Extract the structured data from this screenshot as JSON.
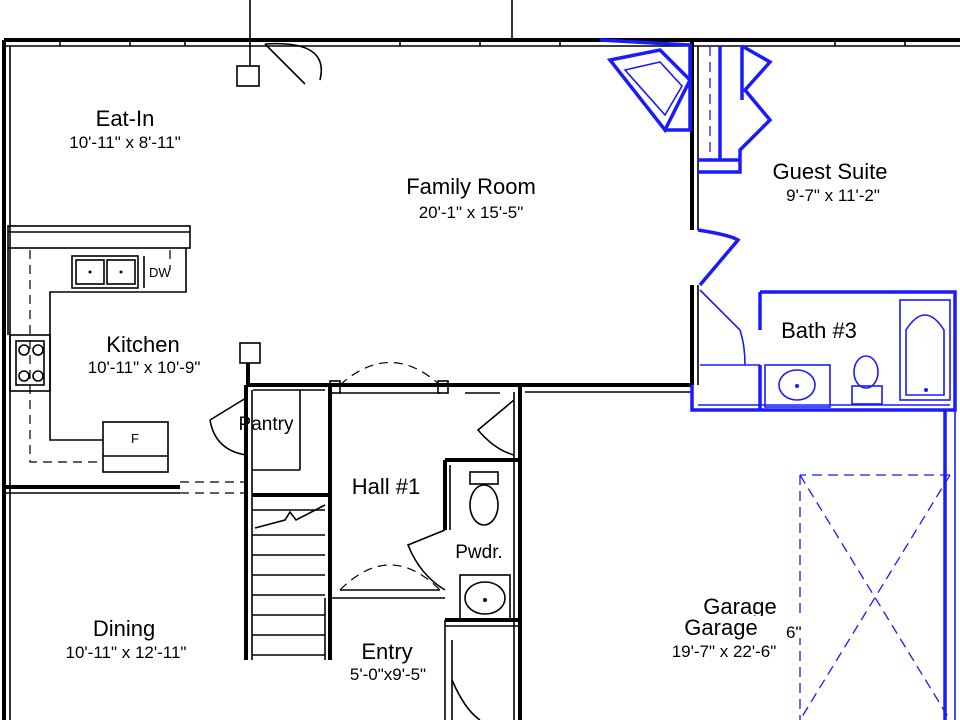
{
  "rooms": {
    "eat_in": {
      "name": "Eat-In",
      "dim": "10'-11\" x 8'-11\""
    },
    "family_room": {
      "name": "Family Room",
      "dim": "20'-1\" x 15'-5\""
    },
    "guest_suite": {
      "name": "Guest Suite",
      "dim": "9'-7\" x 11'-2\""
    },
    "kitchen": {
      "name": "Kitchen",
      "dim": "10'-11\" x 10'-9\""
    },
    "bath3": {
      "name": "Bath #3"
    },
    "pantry": {
      "name": "Pantry"
    },
    "hall1": {
      "name": "Hall #1"
    },
    "powder": {
      "name": "Pwdr."
    },
    "dining": {
      "name": "Dining",
      "dim": "10'-11\" x 12'-11\""
    },
    "entry": {
      "name": "Entry",
      "dim": "5'-0\"x9'-5\""
    },
    "garage": {
      "name": "Garage",
      "dim": "19'-7\" x 22'-6\"",
      "overlap_name": "Garage",
      "overlap_dim_fragment": "6\""
    }
  },
  "fixtures": {
    "dishwasher": "DW",
    "fridge": "F"
  },
  "colors": {
    "walls": "#000000",
    "addition": "#1a1aff",
    "background": "#ffffff"
  }
}
